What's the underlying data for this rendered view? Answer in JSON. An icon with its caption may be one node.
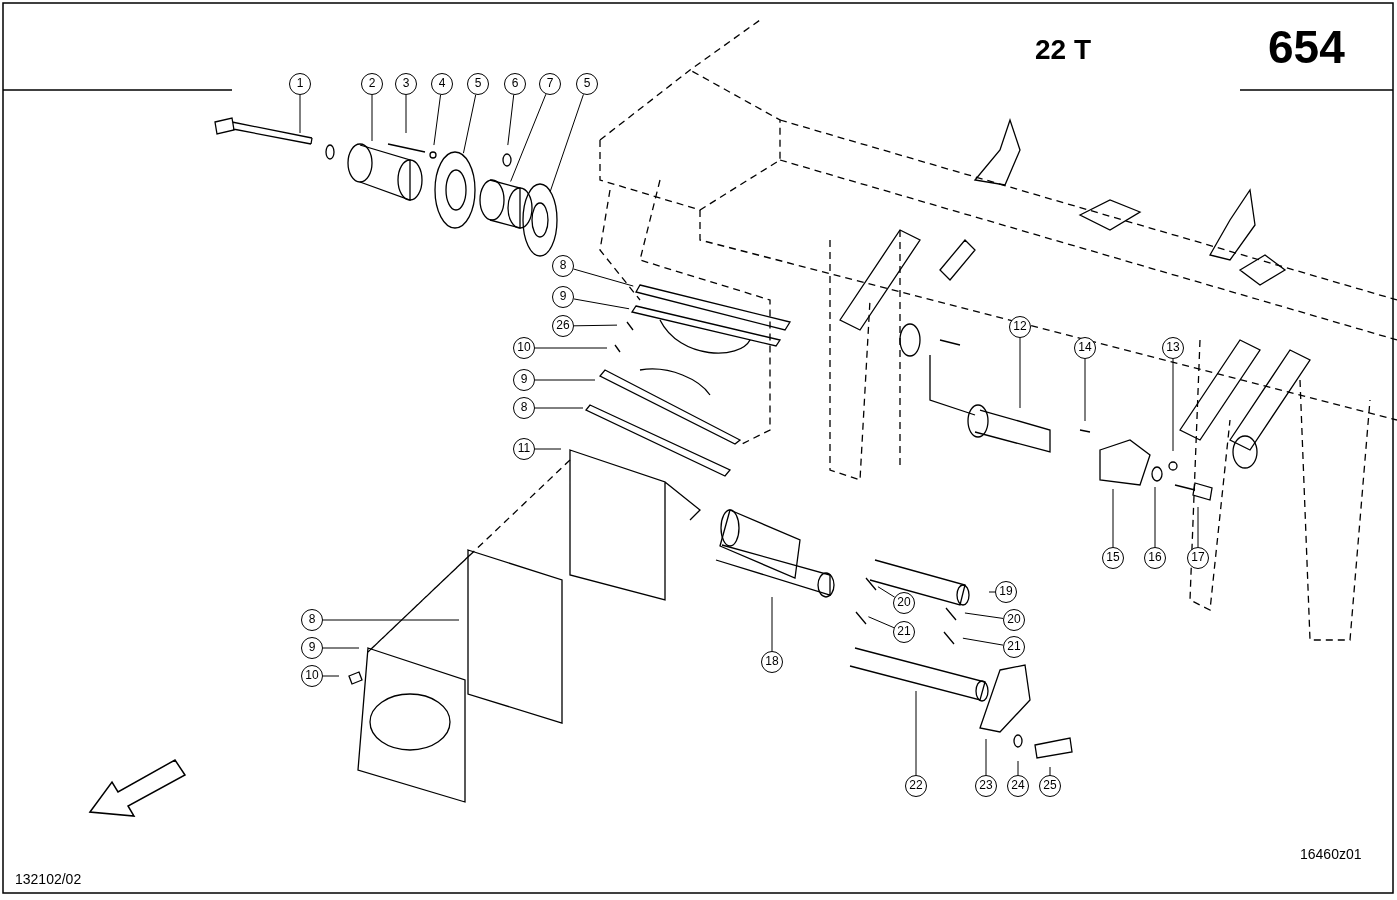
{
  "diagram": {
    "nodes": [
      {
        "text": [
          "1"
        ]
      },
      {
        "text": [
          "2"
        ]
      },
      {
        "text": [
          "3"
        ]
      },
      {
        "text": [
          "4"
        ]
      },
      {
        "text": [
          "5"
        ]
      },
      {
        "text": [
          "6"
        ]
      },
      {
        "text": [
          "7"
        ]
      },
      {
        "text": [
          "5"
        ]
      },
      {
        "text": [
          "8"
        ]
      },
      {
        "text": [
          "9"
        ]
      },
      {
        "text": [
          "26"
        ]
      },
      {
        "text": [
          "10"
        ]
      },
      {
        "text": [
          "9"
        ]
      },
      {
        "text": [
          "8"
        ]
      },
      {
        "text": [
          "11"
        ]
      },
      {
        "text": [
          "12"
        ]
      },
      {
        "text": [
          "14"
        ]
      },
      {
        "text": [
          "13"
        ]
      },
      {
        "text": [
          "15"
        ]
      },
      {
        "text": [
          "16"
        ]
      },
      {
        "text": [
          "17"
        ]
      },
      {
        "text": [
          "19"
        ]
      },
      {
        "text": [
          "20"
        ]
      },
      {
        "text": [
          "21"
        ]
      },
      {
        "text": [
          "20"
        ]
      },
      {
        "text": [
          "21"
        ]
      },
      {
        "text": [
          "18"
        ]
      },
      {
        "text": [
          "8"
        ]
      },
      {
        "text": [
          "9"
        ]
      },
      {
        "text": [
          "10"
        ]
      },
      {
        "text": [
          "22"
        ]
      },
      {
        "text": [
          "23"
        ]
      },
      {
        "text": [
          "24"
        ]
      },
      {
        "text": [
          "25"
        ]
      }
    ],
    "edges": [
      {
        "from": 0,
        "to": null,
        "arrow": "none"
      },
      {
        "from": 1,
        "to": null,
        "arrow": "none"
      },
      {
        "from": 2,
        "to": null,
        "arrow": "none"
      },
      {
        "from": 3,
        "to": null,
        "arrow": "none"
      },
      {
        "from": 4,
        "to": null,
        "arrow": "none"
      },
      {
        "from": 5,
        "to": null,
        "arrow": "none"
      },
      {
        "from": 6,
        "to": null,
        "arrow": "none"
      },
      {
        "from": 7,
        "to": null,
        "arrow": "none"
      },
      {
        "from": 8,
        "to": null,
        "arrow": "none"
      },
      {
        "from": 9,
        "to": null,
        "arrow": "none"
      },
      {
        "from": 10,
        "to": null,
        "arrow": "none"
      },
      {
        "from": 11,
        "to": null,
        "arrow": "none"
      },
      {
        "from": 12,
        "to": null,
        "arrow": "none"
      },
      {
        "from": 13,
        "to": null,
        "arrow": "none"
      },
      {
        "from": 14,
        "to": null,
        "arrow": "none"
      },
      {
        "from": 15,
        "to": null,
        "arrow": "none"
      },
      {
        "from": 16,
        "to": null,
        "arrow": "none"
      },
      {
        "from": 17,
        "to": null,
        "arrow": "none"
      },
      {
        "from": 18,
        "to": null,
        "arrow": "none"
      },
      {
        "from": 19,
        "to": null,
        "arrow": "none"
      },
      {
        "from": 20,
        "to": null,
        "arrow": "none"
      },
      {
        "from": 21,
        "to": null,
        "arrow": "none"
      },
      {
        "from": 22,
        "to": null,
        "arrow": "none"
      },
      {
        "from": 23,
        "to": null,
        "arrow": "none"
      },
      {
        "from": 24,
        "to": null,
        "arrow": "none"
      },
      {
        "from": 25,
        "to": null,
        "arrow": "none"
      },
      {
        "from": 26,
        "to": null,
        "arrow": "none"
      },
      {
        "from": 27,
        "to": null,
        "arrow": "none"
      },
      {
        "from": 28,
        "to": null,
        "arrow": "none"
      },
      {
        "from": 29,
        "to": null,
        "arrow": "none"
      },
      {
        "from": 30,
        "to": null,
        "arrow": "none"
      },
      {
        "from": 31,
        "to": null,
        "arrow": "none"
      },
      {
        "from": 32,
        "to": null,
        "arrow": "none"
      },
      {
        "from": 33,
        "to": null,
        "arrow": "none"
      }
    ],
    "labels": [
      "22 T",
      "654",
      "16460z01",
      "132102/02"
    ]
  }
}
